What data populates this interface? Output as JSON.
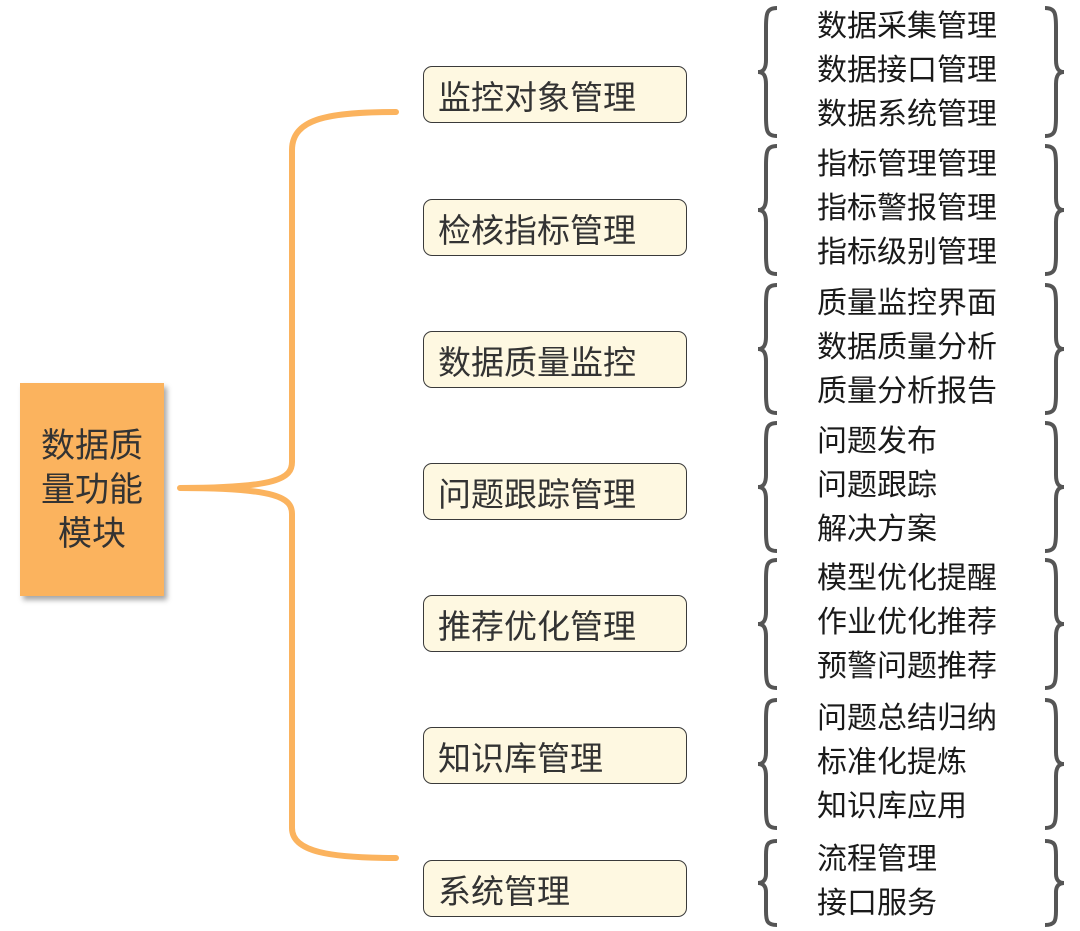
{
  "root": {
    "label": "数据质量功能模块"
  },
  "colors": {
    "root_fill": "#fbb35e",
    "connector": "#fbb35e",
    "module_fill": "#fef8e1",
    "module_border": "#3a3a3a",
    "brace": "#555555"
  },
  "modules": [
    {
      "label": "监控对象管理",
      "items": [
        "数据采集管理",
        "数据接口管理",
        "数据系统管理"
      ]
    },
    {
      "label": "检核指标管理",
      "items": [
        "指标管理管理",
        "指标警报管理",
        "指标级别管理"
      ]
    },
    {
      "label": "数据质量监控",
      "items": [
        "质量监控界面",
        "数据质量分析",
        "质量分析报告"
      ]
    },
    {
      "label": "问题跟踪管理",
      "items": [
        "问题发布",
        "问题跟踪",
        "解决方案"
      ]
    },
    {
      "label": "推荐优化管理",
      "items": [
        "模型优化提醒",
        "作业优化推荐",
        "预警问题推荐"
      ]
    },
    {
      "label": "知识库管理",
      "items": [
        "问题总结归纳",
        "标准化提炼",
        "知识库应用"
      ]
    },
    {
      "label": "系统管理",
      "items": [
        "流程管理",
        "接口服务"
      ]
    }
  ]
}
